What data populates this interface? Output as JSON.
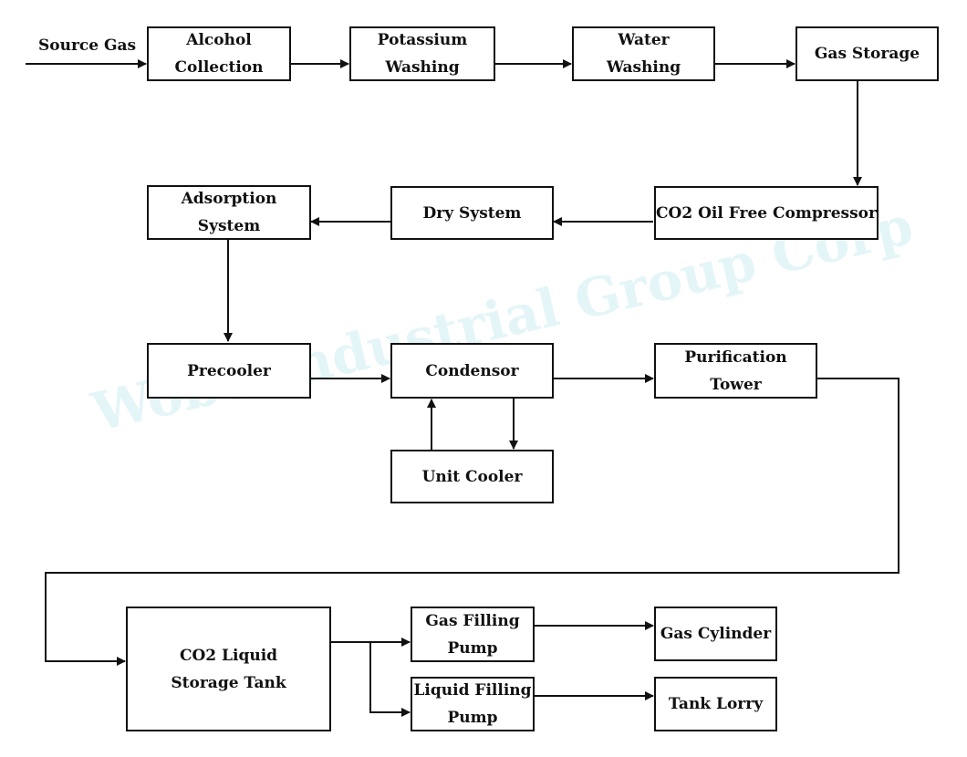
{
  "source_label": "Source Gas",
  "watermark": "Wobo Industrial Group Corp",
  "nodes": {
    "alcohol_collection": "Alcohol\nCollection",
    "potassium_washing": "Potassium\nWashing",
    "water_washing": "Water\nWashing",
    "gas_storage": "Gas Storage",
    "co2_compressor": "CO2 Oil Free Compressor",
    "dry_system": "Dry System",
    "adsorption_system": "Adsorption\nSystem",
    "precooler": "Precooler",
    "condensor": "Condensor",
    "purification_tower": "Purification\nTower",
    "unit_cooler": "Unit Cooler",
    "co2_storage_tank": "CO2 Liquid\nStorage Tank",
    "gas_filling_pump": "Gas Filling\nPump",
    "liquid_filling_pump": "Liquid Filling\nPump",
    "gas_cylinder": "Gas Cylinder",
    "tank_lorry": "Tank Lorry"
  },
  "colors": {
    "line": "#111111",
    "watermark": "#cfeef3"
  }
}
